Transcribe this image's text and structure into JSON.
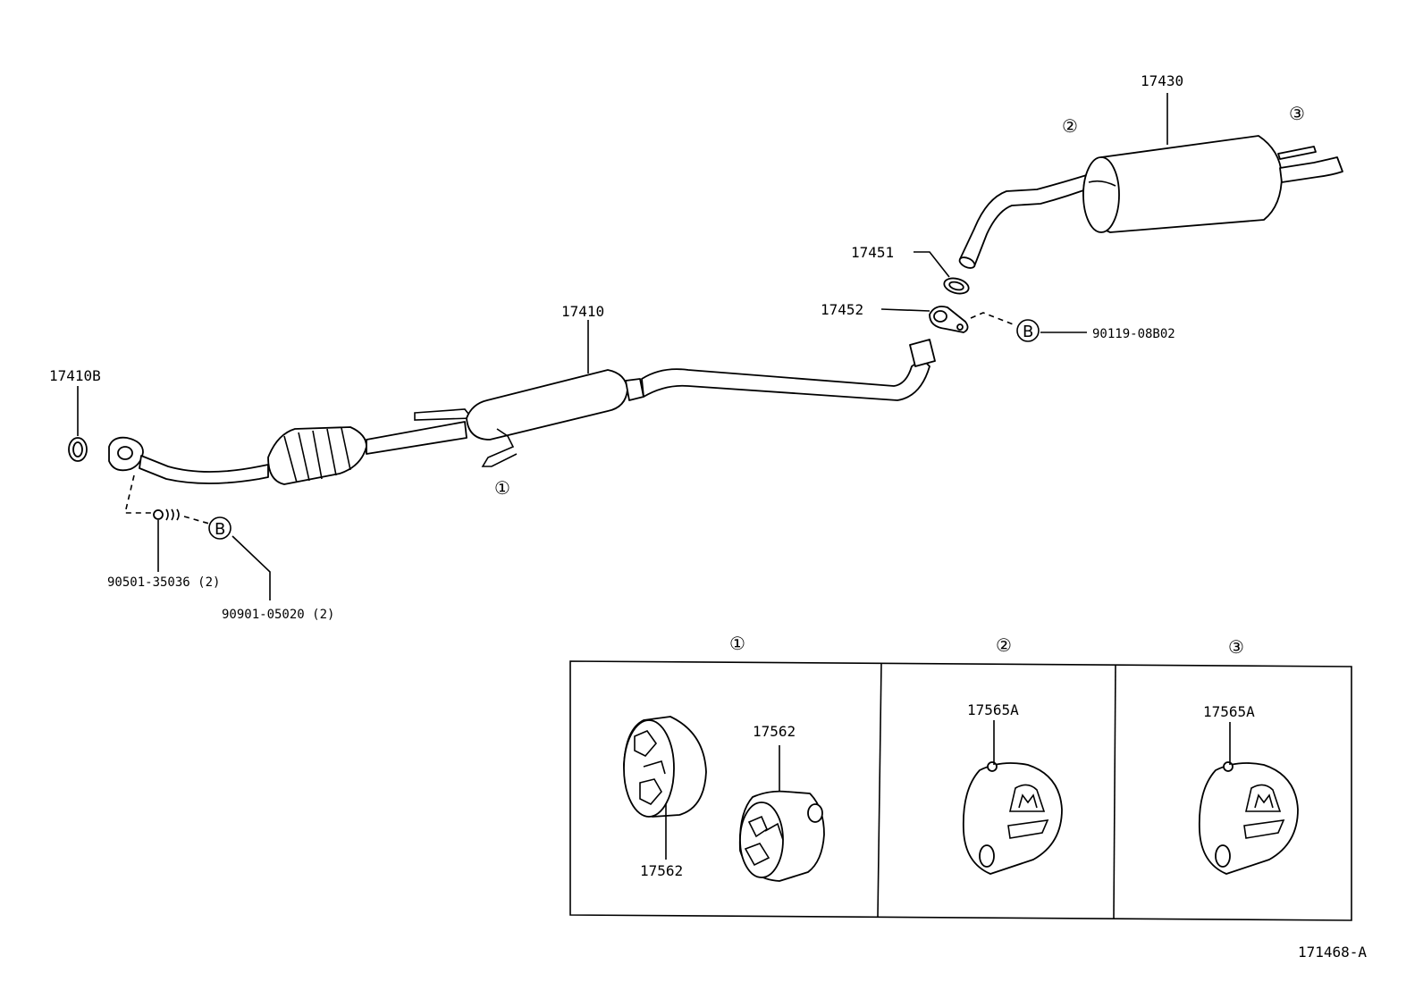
{
  "diagram": {
    "part_labels": {
      "p17410b": "17410B",
      "p17410": "17410",
      "p17430": "17430",
      "p17451": "17451",
      "p17452": "17452",
      "p90119": "90119-08B02",
      "p90501": "90501-35036 (2)",
      "p90901": "90901-05020 (2)",
      "p17562_a": "17562",
      "p17562_b": "17562",
      "p17565a_2": "17565A",
      "p17565a_3": "17565A"
    },
    "callouts": {
      "c1": "①",
      "c2": "②",
      "c3": "③",
      "inset_1": "①",
      "inset_2": "②",
      "inset_3": "③"
    },
    "bolt_markers": {
      "b_front": "B",
      "b_rear": "B"
    },
    "figure_id": "171468-A"
  }
}
